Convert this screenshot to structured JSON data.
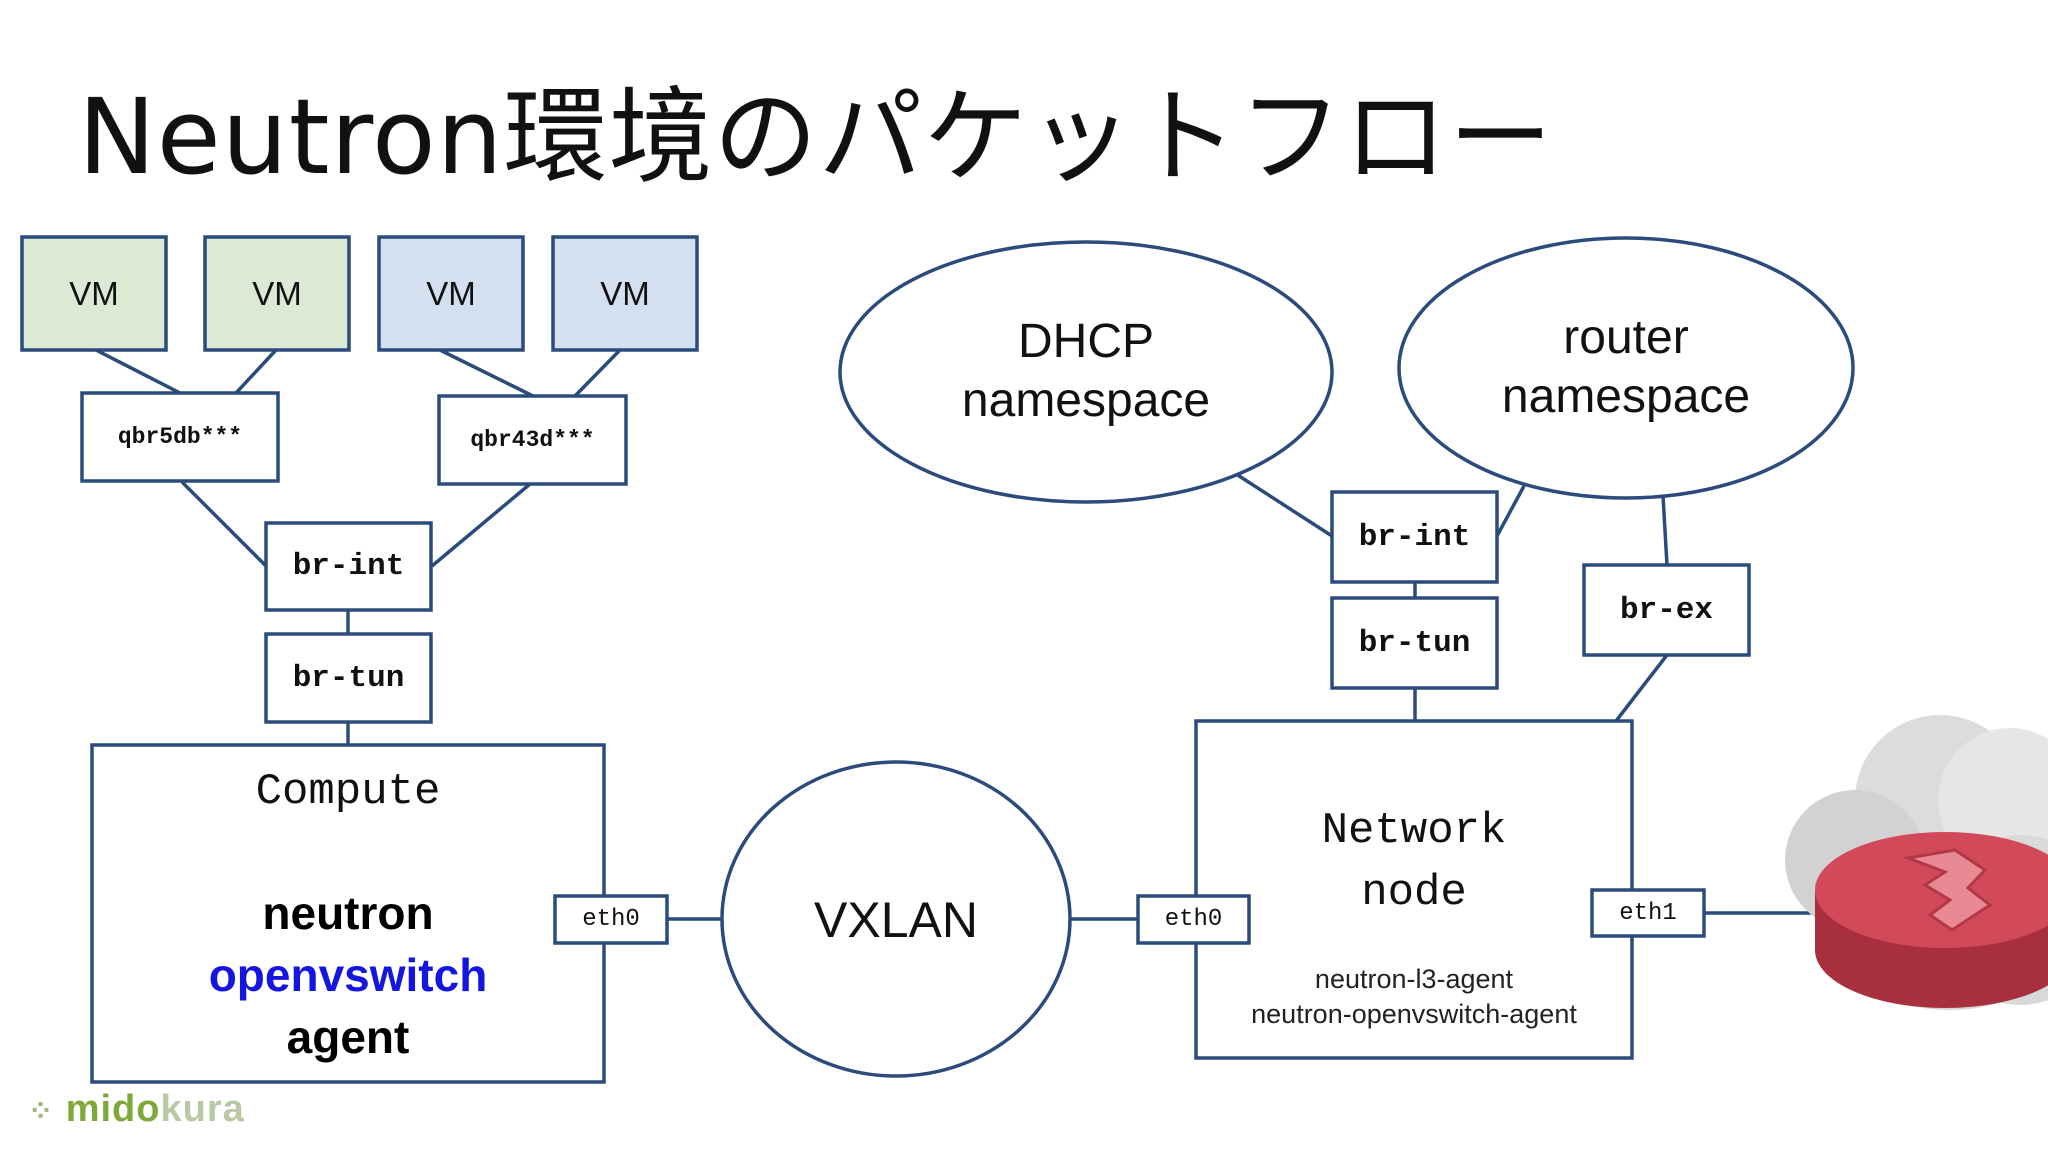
{
  "title": "Neutron環境のパケットフロー",
  "compute": {
    "vms": [
      "VM",
      "VM",
      "VM",
      "VM"
    ],
    "qbr_left": "qbr5db***",
    "qbr_right": "qbr43d***",
    "br_int": "br-int",
    "br_tun": "br-tun",
    "node_label": "Compute",
    "agent_line1": "neutron",
    "agent_line2": "openvswitch",
    "agent_line3": "agent",
    "nic": "eth0"
  },
  "vxlan": "VXLAN",
  "network_node": {
    "dhcp_line1": "DHCP",
    "dhcp_line2": "namespace",
    "router_line1": "router",
    "router_line2": "namespace",
    "br_int": "br-int",
    "br_tun": "br-tun",
    "br_ex": "br-ex",
    "label_line1": "Network",
    "label_line2": "node",
    "agent1": "neutron-l3-agent",
    "agent2": "neutron-openvswitch-agent",
    "nic0": "eth0",
    "nic1": "eth1"
  },
  "logo": {
    "part1": "mido",
    "part2": "kura"
  },
  "colors": {
    "border": "#2a4b7c",
    "vm_green": "#dbe9d5",
    "vm_blue": "#d4e0f0",
    "agent_blue": "#1515e0",
    "router_red": "#d24a5a",
    "cloud_gray": "#d9d9d9"
  },
  "icons": [
    "router-icon",
    "cloud-icon",
    "midokura-logo-icon"
  ]
}
